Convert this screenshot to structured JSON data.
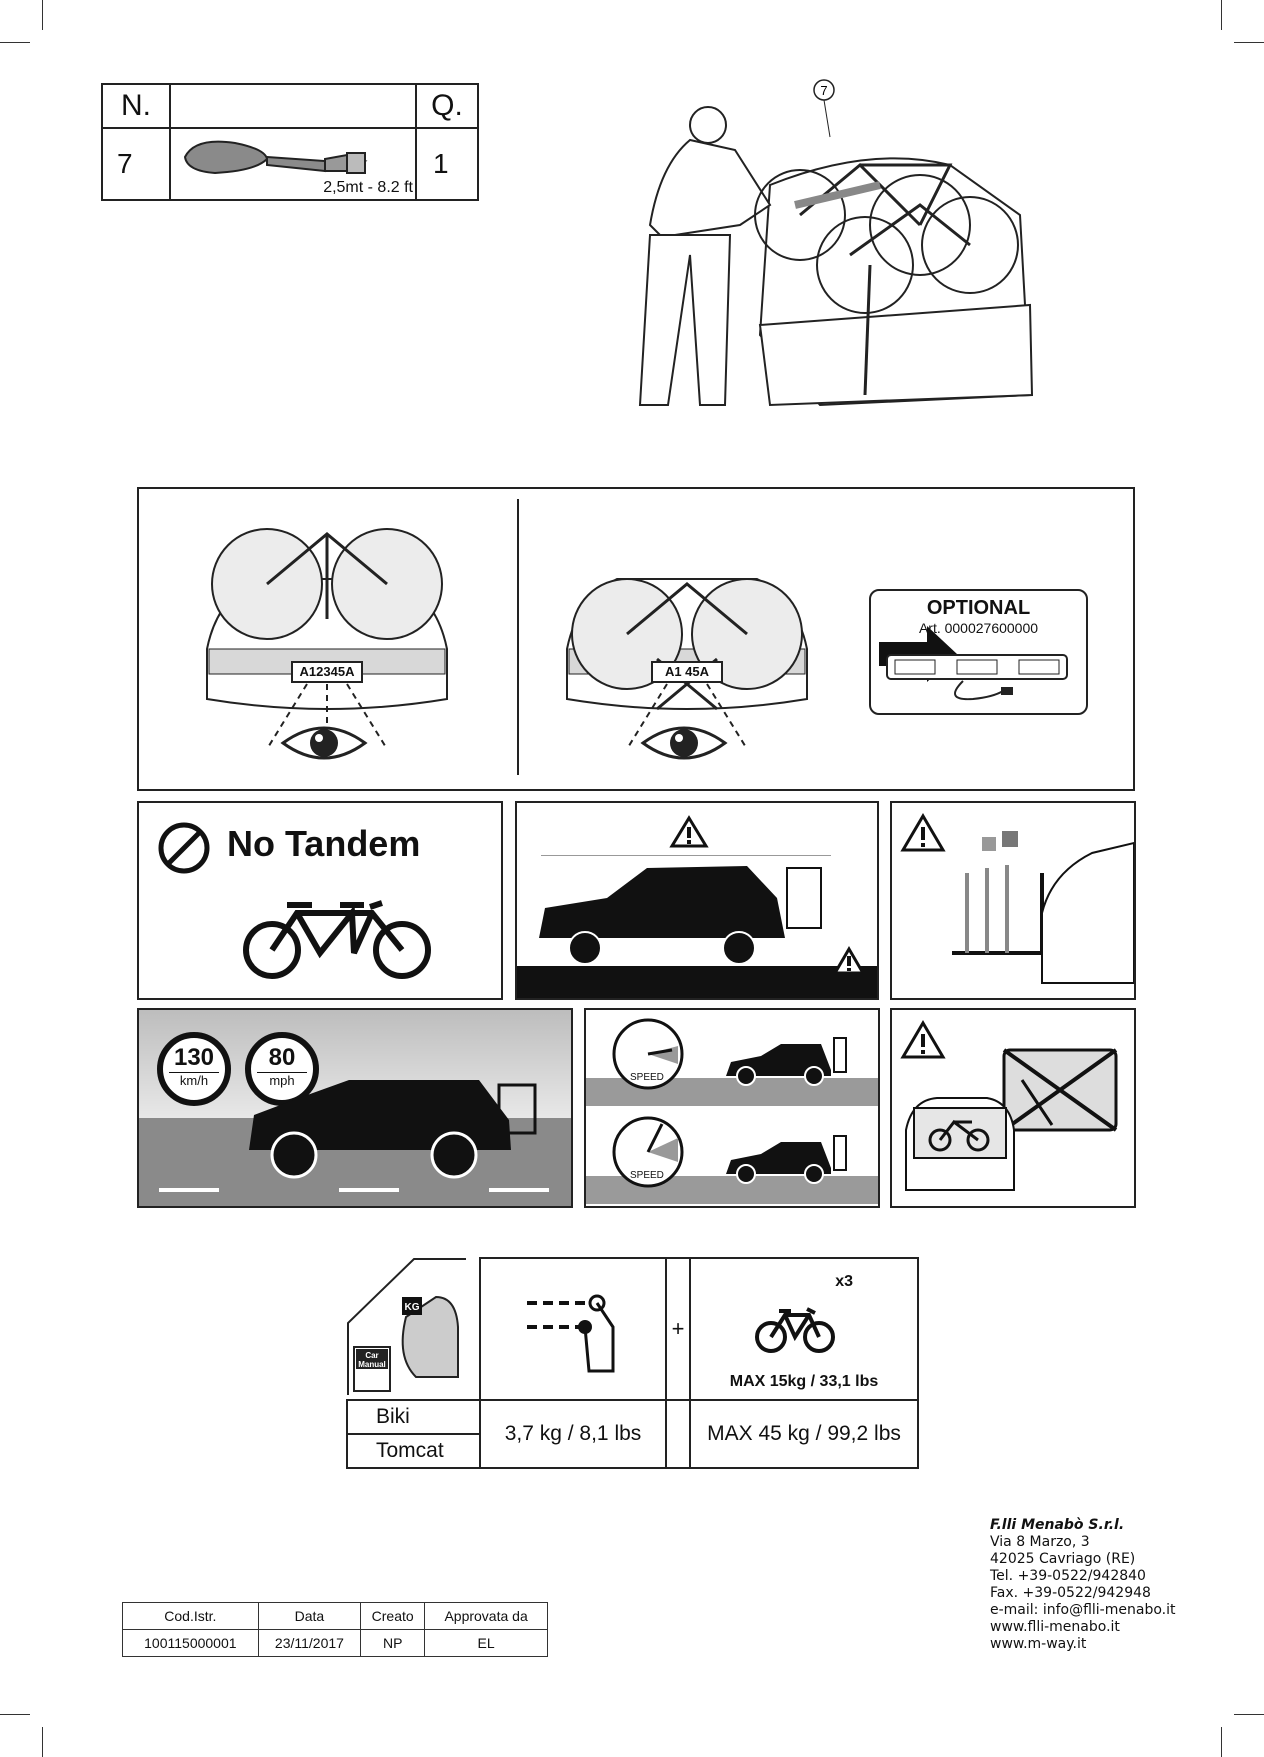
{
  "parts_table": {
    "headers": [
      "N.",
      "",
      "Q."
    ],
    "row": {
      "number": "7",
      "strap_length": "2,5mt - 8.2 ft",
      "quantity": "1"
    }
  },
  "illustration": {
    "callout_number": "7"
  },
  "visibility_panel": {
    "plate_text": "A12345A",
    "plate_text_obscured": "A1  45A",
    "optional_title": "OPTIONAL",
    "optional_article": "Art. 000027600000"
  },
  "no_tandem": {
    "title": "No Tandem"
  },
  "speed": {
    "kmh_value": "130",
    "kmh_unit": "km/h",
    "mph_value": "80",
    "mph_unit": "mph",
    "gauge_label": "SPEED"
  },
  "load_table": {
    "multiplier": "x3",
    "max_per_bike": "MAX 15kg / 33,1 lbs",
    "kg_badge": "KG",
    "car_manual": [
      "Car",
      "Manual"
    ],
    "plus": "+",
    "models": [
      "Biki",
      "Tomcat"
    ],
    "weight": "3,7 kg / 8,1 lbs",
    "max_total": "MAX 45 kg / 99,2 lbs"
  },
  "footer_table": {
    "headers": [
      "Cod.Istr.",
      "Data",
      "Creato",
      "Approvata da"
    ],
    "values": [
      "100115000001",
      "23/11/2017",
      "NP",
      "EL"
    ]
  },
  "company": {
    "name": "F.lli Menabò S.r.l.",
    "lines": [
      "Via 8 Marzo, 3",
      "42025 Cavriago (RE)",
      "Tel. +39-0522/942840",
      "Fax. +39-0522/942948",
      "e-mail: info@flli-menabo.it",
      "www.flli-menabo.it",
      "www.m-way.it"
    ]
  }
}
